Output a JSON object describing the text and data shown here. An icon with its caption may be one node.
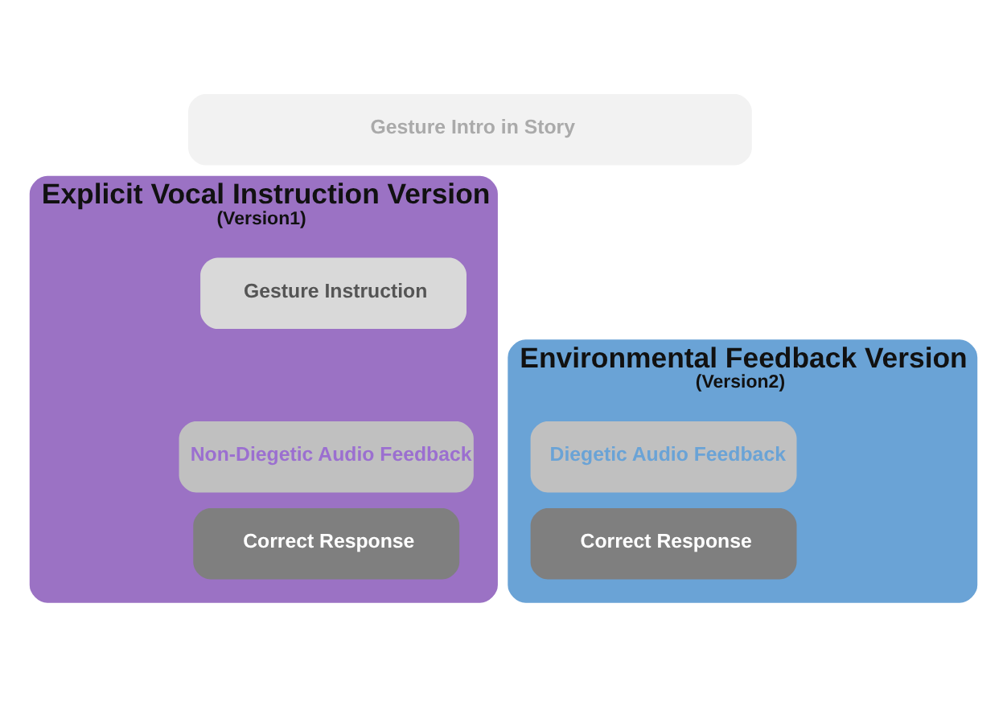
{
  "diagram": {
    "nodes": [
      {
        "text": [
          "Explicit Vocal Instruction Version",
          "(Version1)"
        ]
      },
      {
        "text": [
          "Environmental Feedback Version",
          "(Version2)"
        ]
      },
      {
        "text": [
          "Gesture Intro in Story"
        ]
      },
      {
        "text": [
          "Gesture Instruction"
        ],
        "in": 0
      },
      {
        "text": [
          "Non-Diegetic Audio Feedback"
        ],
        "in": 0
      },
      {
        "text": [
          "Correct Response"
        ],
        "in": 0
      },
      {
        "text": [
          "Diegetic Audio Feedback"
        ],
        "in": 1
      },
      {
        "text": [
          "Correct Response"
        ],
        "in": 1
      }
    ]
  }
}
